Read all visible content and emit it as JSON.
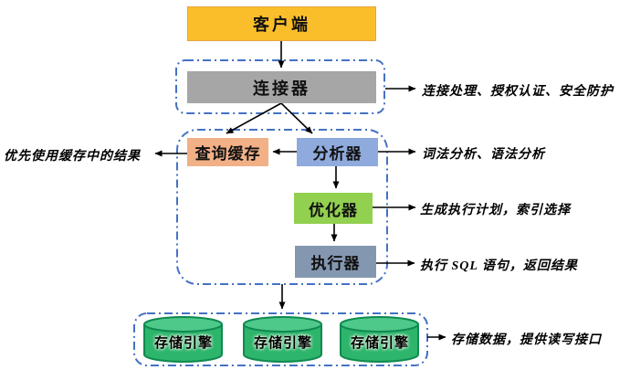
{
  "nodes": {
    "client": {
      "label": "客户端"
    },
    "connector": {
      "label": "连接器"
    },
    "query_cache": {
      "label": "查询缓存"
    },
    "analyzer": {
      "label": "分析器"
    },
    "optimizer": {
      "label": "优化器"
    },
    "executor": {
      "label": "执行器"
    }
  },
  "storage_engines": [
    "存储引擎",
    "存储引擎",
    "存储引擎"
  ],
  "annotations": {
    "connector": "连接处理、授权认证、安全防护",
    "query_cache": "优先使用缓存中的结果",
    "analyzer": "词法分析、语法分析",
    "optimizer": "生成执行计划，索引选择",
    "executor": "执行 SQL 语句，返回结果",
    "storage": "存储数据，提供读写接口"
  },
  "colors": {
    "client": "#FBBE2B",
    "connector": "#A6A6A6",
    "query_cache": "#F2B087",
    "analyzer": "#8FAADC",
    "optimizer": "#92D050",
    "executor": "#8497B0",
    "cylinder_body": "#2DB56B",
    "cylinder_top": "#4FC98A",
    "cylinder_stroke": "#0F8A50",
    "dashed_border": "#4472C4",
    "arrow": "#000000"
  }
}
